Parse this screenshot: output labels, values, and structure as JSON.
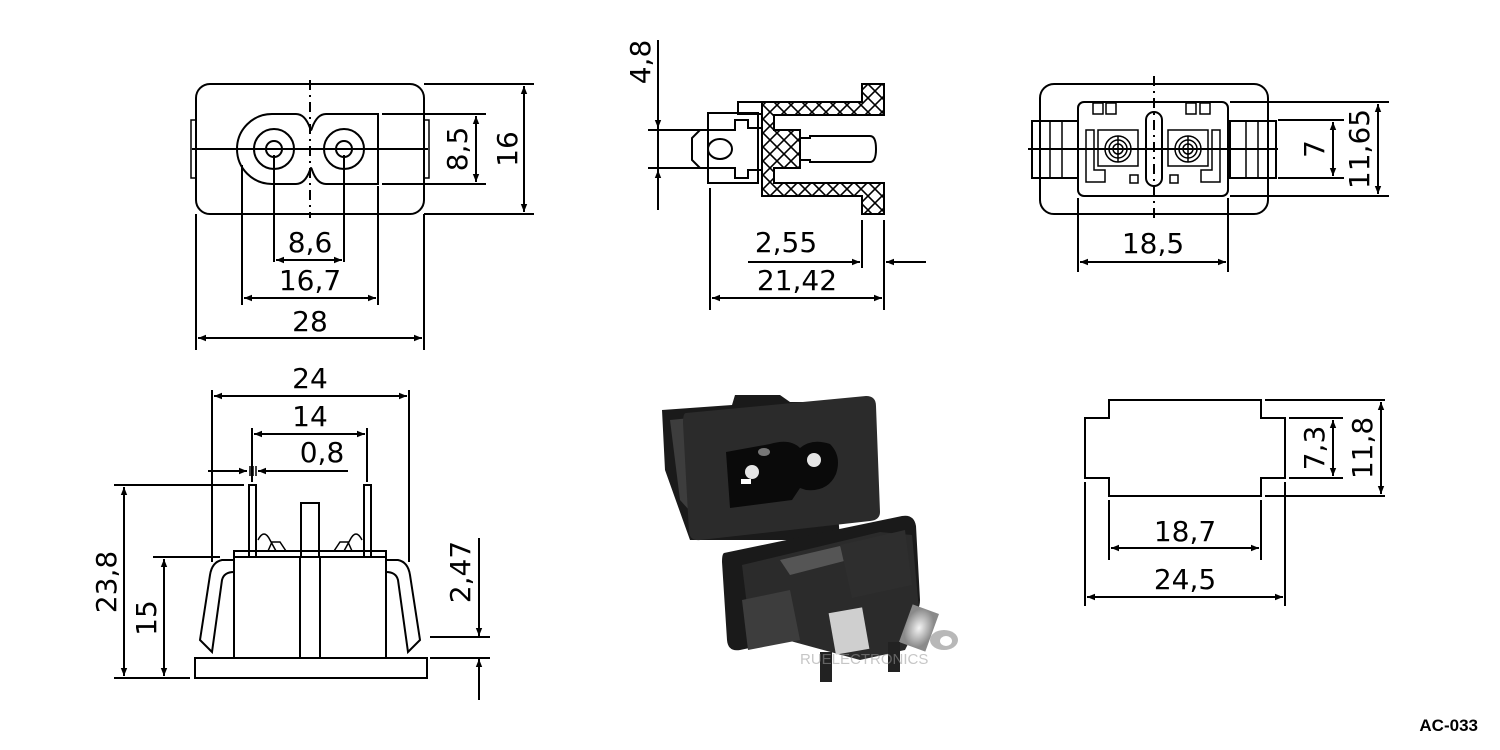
{
  "part_code": "AC-033",
  "watermark": "RUELECTRONICS",
  "views": {
    "front": {
      "dims": {
        "width_total": "28",
        "height_total": "16",
        "pin_spacing": "8,6",
        "socket_width": "16,7",
        "socket_height": "8,5"
      }
    },
    "side_section": {
      "dims": {
        "tab_width": "4,8",
        "flange": "2,55",
        "depth_total": "21,42"
      }
    },
    "rear": {
      "dims": {
        "body_width": "18,5",
        "inner_height": "7",
        "body_height": "11,65"
      }
    },
    "side": {
      "dims": {
        "overall_width": "24",
        "terminal_spacing": "14",
        "terminal_thickness": "0,8",
        "total_height": "23,8",
        "body_height": "15",
        "flange_thickness": "2,47"
      }
    },
    "panel_cutout": {
      "dims": {
        "inner_width": "18,7",
        "outer_width": "24,5",
        "inner_height": "7,3",
        "outer_height": "11,8"
      }
    },
    "photo": {
      "description": "Photograph of two black IEC C8 panel-mount sockets"
    }
  }
}
